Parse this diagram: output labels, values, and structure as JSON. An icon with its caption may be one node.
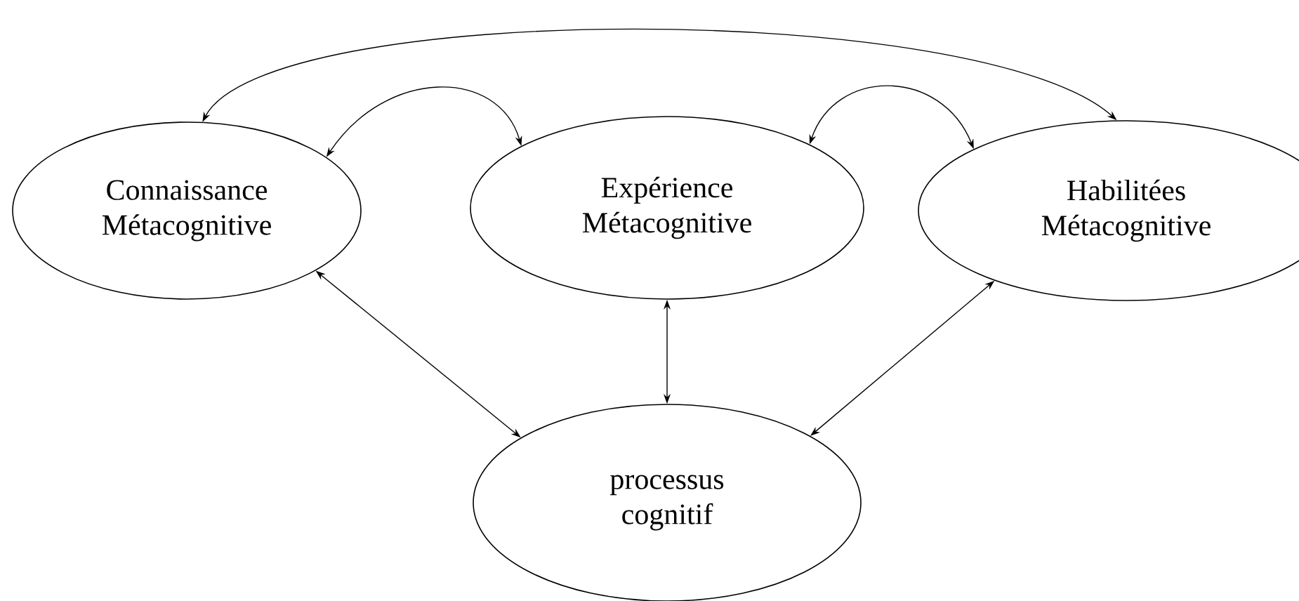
{
  "diagram": {
    "nodes": [
      {
        "text": [
          "Connaissance Métacognitive"
        ]
      },
      {
        "text": [
          "Expérience Métacognitive"
        ]
      },
      {
        "text": [
          "Habilitées Métacognitive"
        ]
      },
      {
        "text": [
          "processus cognitif"
        ]
      }
    ],
    "edges": [
      {
        "from": 0,
        "to": 2,
        "arrow": "both"
      },
      {
        "from": 0,
        "to": 1,
        "arrow": "both"
      },
      {
        "from": 1,
        "to": 2,
        "arrow": "both"
      },
      {
        "from": 0,
        "to": 3,
        "arrow": "both"
      },
      {
        "from": 1,
        "to": 3,
        "arrow": "both"
      },
      {
        "from": 2,
        "to": 3,
        "arrow": "both"
      }
    ]
  }
}
